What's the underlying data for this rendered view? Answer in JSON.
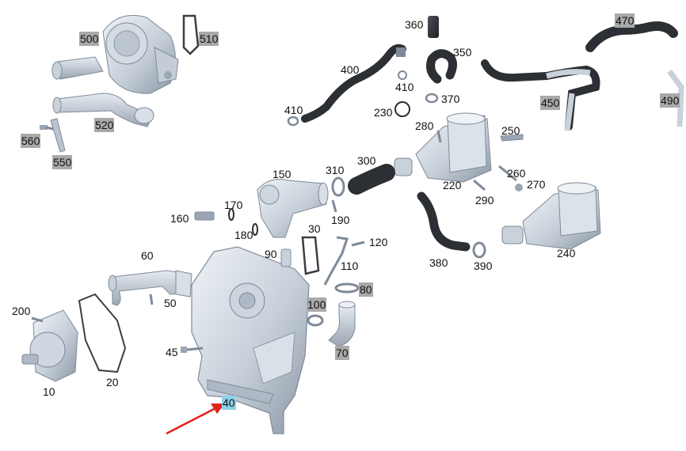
{
  "labels": [
    {
      "id": "500",
      "text": "500",
      "style": "gray"
    },
    {
      "id": "510",
      "text": "510",
      "style": "gray"
    },
    {
      "id": "520",
      "text": "520",
      "style": "gray"
    },
    {
      "id": "560",
      "text": "560",
      "style": "gray"
    },
    {
      "id": "550",
      "text": "550",
      "style": "gray"
    },
    {
      "id": "360",
      "text": "360",
      "style": "plain"
    },
    {
      "id": "470",
      "text": "470",
      "style": "gray"
    },
    {
      "id": "400",
      "text": "400",
      "style": "plain"
    },
    {
      "id": "350",
      "text": "350",
      "style": "plain"
    },
    {
      "id": "410a",
      "text": "410",
      "style": "plain"
    },
    {
      "id": "450",
      "text": "450",
      "style": "gray"
    },
    {
      "id": "490",
      "text": "490",
      "style": "gray"
    },
    {
      "id": "370",
      "text": "370",
      "style": "plain"
    },
    {
      "id": "230",
      "text": "230",
      "style": "plain"
    },
    {
      "id": "410b",
      "text": "410",
      "style": "plain"
    },
    {
      "id": "280",
      "text": "280",
      "style": "plain"
    },
    {
      "id": "250",
      "text": "250",
      "style": "plain"
    },
    {
      "id": "300",
      "text": "300",
      "style": "plain"
    },
    {
      "id": "310",
      "text": "310",
      "style": "plain"
    },
    {
      "id": "150",
      "text": "150",
      "style": "plain"
    },
    {
      "id": "220",
      "text": "220",
      "style": "plain"
    },
    {
      "id": "260",
      "text": "260",
      "style": "plain"
    },
    {
      "id": "270",
      "text": "270",
      "style": "plain"
    },
    {
      "id": "290",
      "text": "290",
      "style": "plain"
    },
    {
      "id": "170",
      "text": "170",
      "style": "plain"
    },
    {
      "id": "160",
      "text": "160",
      "style": "plain"
    },
    {
      "id": "190",
      "text": "190",
      "style": "plain"
    },
    {
      "id": "180",
      "text": "180",
      "style": "plain"
    },
    {
      "id": "30",
      "text": "30",
      "style": "plain"
    },
    {
      "id": "120",
      "text": "120",
      "style": "plain"
    },
    {
      "id": "240",
      "text": "240",
      "style": "plain"
    },
    {
      "id": "380",
      "text": "380",
      "style": "plain"
    },
    {
      "id": "390",
      "text": "390",
      "style": "plain"
    },
    {
      "id": "60",
      "text": "60",
      "style": "plain"
    },
    {
      "id": "90",
      "text": "90",
      "style": "plain"
    },
    {
      "id": "110",
      "text": "110",
      "style": "plain"
    },
    {
      "id": "80",
      "text": "80",
      "style": "gray"
    },
    {
      "id": "50",
      "text": "50",
      "style": "plain"
    },
    {
      "id": "100",
      "text": "100",
      "style": "gray"
    },
    {
      "id": "200",
      "text": "200",
      "style": "plain"
    },
    {
      "id": "45",
      "text": "45",
      "style": "plain"
    },
    {
      "id": "70",
      "text": "70",
      "style": "gray"
    },
    {
      "id": "20",
      "text": "20",
      "style": "plain"
    },
    {
      "id": "10",
      "text": "10",
      "style": "plain"
    },
    {
      "id": "40",
      "text": "40",
      "style": "highlight"
    }
  ],
  "colors": {
    "part_light": "#dde4ec",
    "part_mid": "#b9c4d0",
    "part_dark": "#7e8a98",
    "hose": "#2c2f33",
    "label_gray": "#a9a9a9",
    "label_highlight": "#8fd0ea",
    "arrow": "#e0221d"
  }
}
